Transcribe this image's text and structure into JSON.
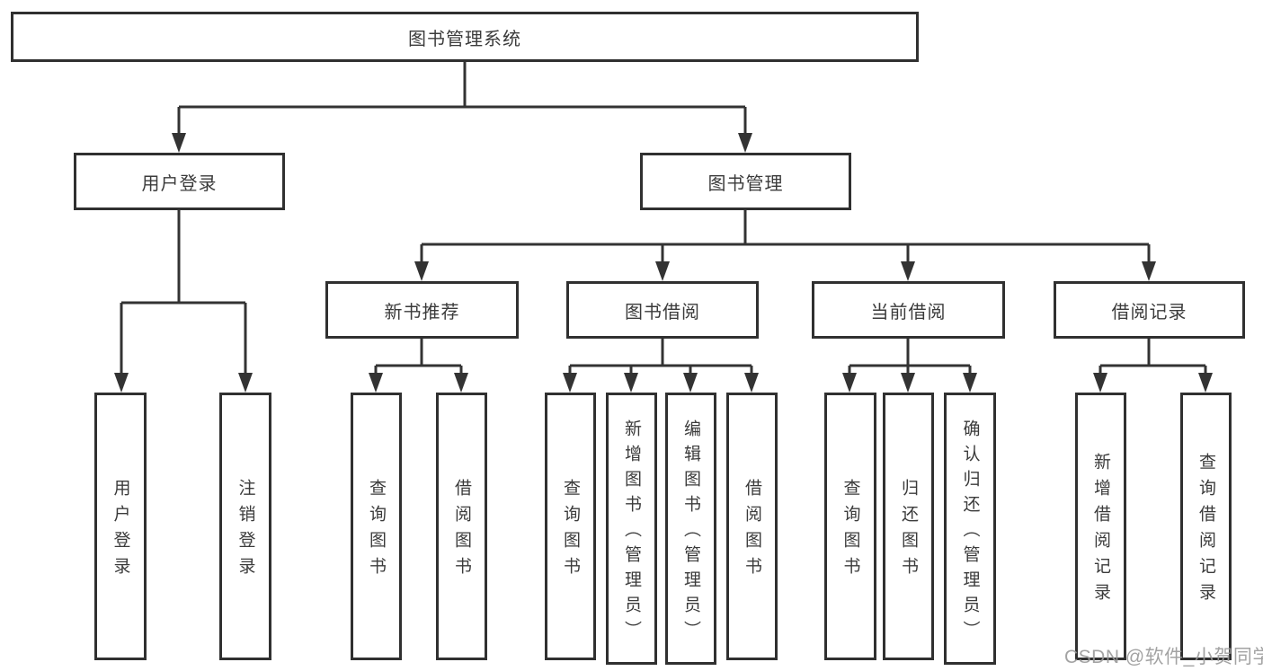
{
  "diagram": {
    "type": "hierarchy",
    "tree": {
      "label": "图书管理系统",
      "children": [
        {
          "label": "用户登录",
          "children": [
            {
              "label": "用户登录"
            },
            {
              "label": "注销登录"
            }
          ]
        },
        {
          "label": "图书管理",
          "children": [
            {
              "label": "新书推荐",
              "children": [
                {
                  "label": "查询图书"
                },
                {
                  "label": "借阅图书"
                }
              ]
            },
            {
              "label": "图书借阅",
              "children": [
                {
                  "label": "查询图书"
                },
                {
                  "label": "新增图书（管理员）"
                },
                {
                  "label": "编辑图书（管理员）"
                },
                {
                  "label": "借阅图书"
                }
              ]
            },
            {
              "label": "当前借阅",
              "children": [
                {
                  "label": "查询图书"
                },
                {
                  "label": "归还图书"
                },
                {
                  "label": "确认归还（管理员）"
                }
              ]
            },
            {
              "label": "借阅记录",
              "children": [
                {
                  "label": "新增借阅记录"
                },
                {
                  "label": "查询借阅记录"
                }
              ]
            }
          ]
        }
      ]
    },
    "colors": {
      "line": "#333333",
      "box_border": "#303030",
      "text": "#3b3b3b",
      "watermark": "#9a9a9a",
      "background": "#ffffff"
    }
  },
  "watermark": {
    "text": "CSDN @软件_小贺同学"
  }
}
